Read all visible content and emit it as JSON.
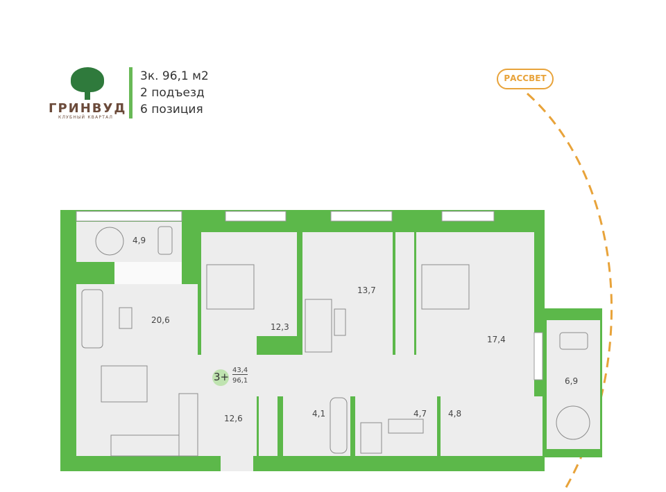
{
  "header": {
    "line1": "3к. 96,1 м2",
    "line2": "2 подъезд",
    "line3": "6 позиция"
  },
  "logo": {
    "name": "ГРИНВУД",
    "tagline": "КЛУБНЫЙ КВАРТАЛ"
  },
  "orientation": {
    "label": "РАССВЕТ"
  },
  "badge": {
    "rooms": "3+",
    "living_area": "43,4",
    "total_area": "96,1"
  },
  "rooms": {
    "balcony_top": "4,9",
    "living": "20,6",
    "bedroom1": "12,3",
    "bedroom2": "13,7",
    "bedroom3": "17,4",
    "balcony_right": "6,9",
    "hall": "12,6",
    "bath1": "4,1",
    "bath2": "4,7",
    "wardrobe": "4,8"
  },
  "colors": {
    "wall": "#5cb84a",
    "floor": "#ededed",
    "accent": "#e8a33a"
  }
}
